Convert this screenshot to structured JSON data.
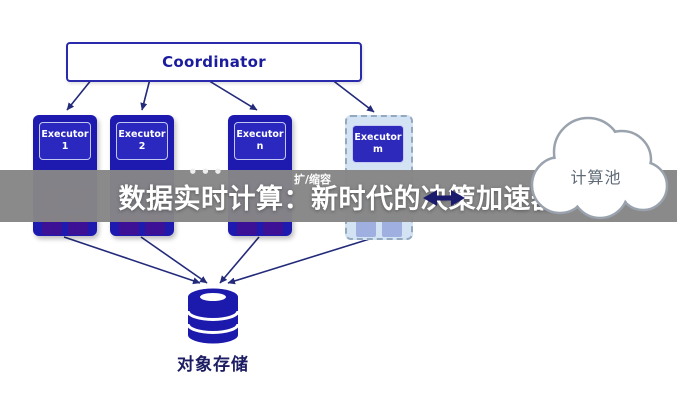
{
  "coordinator": {
    "label": "Coordinator"
  },
  "executors": [
    {
      "name": "Executor",
      "index": "1"
    },
    {
      "name": "Executor",
      "index": "2"
    },
    {
      "name": "Executor",
      "index": "n"
    },
    {
      "name": "Executor",
      "index": "m"
    }
  ],
  "ellipsis": "•••",
  "overlay": {
    "title": "数据实时计算：新时代的决策加速器",
    "scale_label": "扩/缩容"
  },
  "cloud": {
    "label": "计算池"
  },
  "storage": {
    "label": "对象存储"
  },
  "colors": {
    "executor_blue": "#1e1ab0",
    "inner_square_purple": "#3c1196",
    "coordinator_blue": "#1b1b9e",
    "arrow_navy": "#232a7a",
    "overlay_gray": "#868686",
    "cloud_stroke": "#9aa3ad",
    "storage_blue": "#1c19ad",
    "dashed_executor_bg": "#d3e3f4"
  }
}
